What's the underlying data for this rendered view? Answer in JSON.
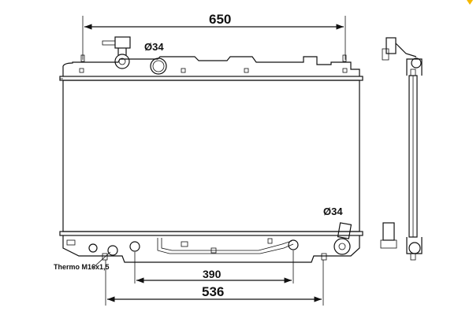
{
  "drawing": {
    "subject": "radiator",
    "dimensions": {
      "overall_width": "650",
      "inlet_diameter": "Ø34",
      "outlet_diameter": "Ø34",
      "pipe_spacing": "390",
      "mount_spacing": "536"
    },
    "labels": {
      "thermo_port": "Thermo M16x1,5"
    },
    "colors": {
      "line": "#111111",
      "accent": "#f5b800"
    }
  }
}
